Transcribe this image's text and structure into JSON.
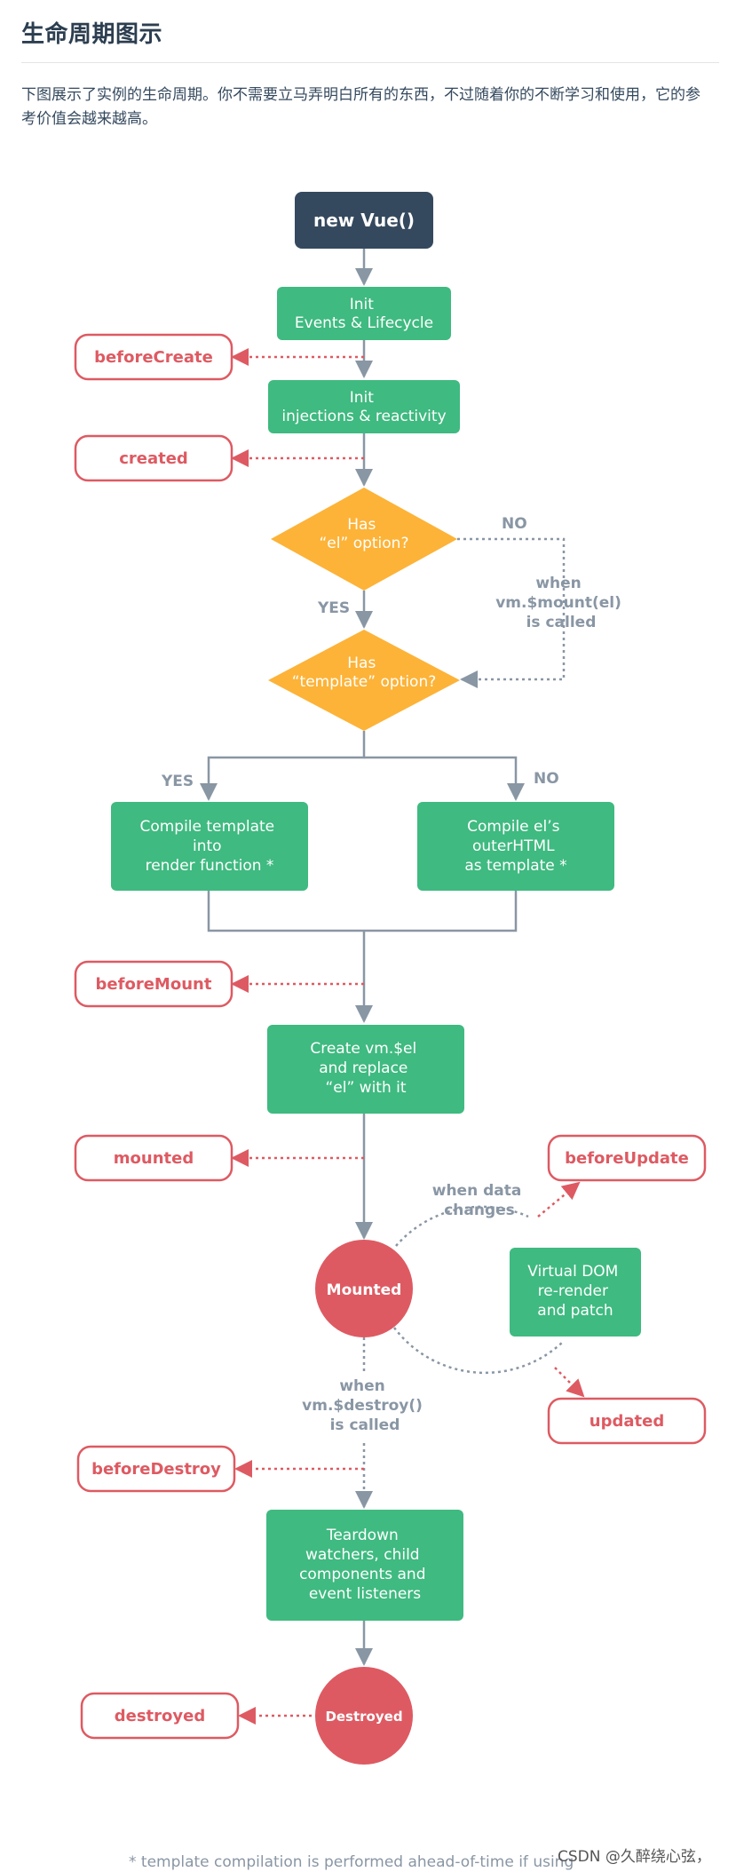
{
  "page": {
    "title": "生命周期图示",
    "intro": "下图展示了实例的生命周期。你不需要立马弄明白所有的东西，不过随着你的不断学习和使用，它的参考价值会越来越高。",
    "watermark": "CSDN @久醉绕心弦，"
  },
  "colors": {
    "dark": "#35495e",
    "green": "#3fba80",
    "orange": "#fdb338",
    "red": "#de5a62",
    "connector": "#8996a4",
    "label": "#8996a4"
  },
  "diagram": {
    "start": "new Vue()",
    "init_events": [
      "Init",
      "Events & Lifecycle"
    ],
    "init_injections": [
      "Init",
      "injections & reactivity"
    ],
    "has_el": [
      "Has",
      "“el” option?"
    ],
    "has_template": [
      "Has",
      "“template” option?"
    ],
    "compile_template": [
      "Compile template",
      "into",
      "render function *"
    ],
    "compile_el": [
      "Compile el’s",
      "outerHTML",
      "as template *"
    ],
    "create_el": [
      "Create vm.$el",
      "and replace",
      "“el” with it"
    ],
    "mounted_state": "Mounted",
    "virtual_dom": [
      "Virtual DOM",
      "re-render",
      "and patch"
    ],
    "teardown": [
      "Teardown",
      "watchers, child",
      "components and",
      "event listeners"
    ],
    "destroyed_state": "Destroyed",
    "hooks": {
      "beforeCreate": "beforeCreate",
      "created": "created",
      "beforeMount": "beforeMount",
      "mounted": "mounted",
      "beforeUpdate": "beforeUpdate",
      "updated": "updated",
      "beforeDestroy": "beforeDestroy",
      "destroyed": "destroyed"
    },
    "labels": {
      "yes": "YES",
      "no": "NO",
      "when_mount": [
        "when",
        "vm.$mount(el)",
        "is called"
      ],
      "when_data": [
        "when data",
        "changes"
      ],
      "when_destroy": [
        "when",
        "vm.$destroy()",
        "is called"
      ]
    },
    "footnote": "* template compilation is performed ahead-of-time if using"
  }
}
